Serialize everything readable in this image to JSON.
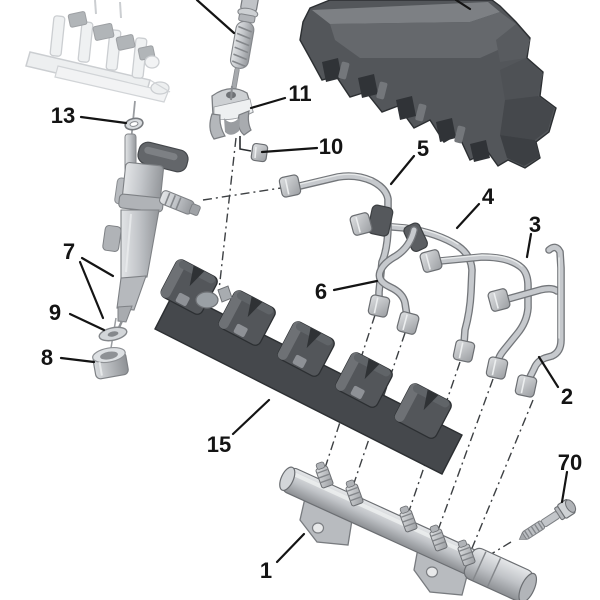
{
  "figure": {
    "background_color": "#ffffff",
    "diagram_type": "exploded-parts-diagram",
    "subject": "Fuel injection equipment: fuel rail, high-pressure pipes, injector, clamp and covers"
  },
  "palette": {
    "label_color": "#141414",
    "leader_color": "#141414",
    "part_light": "#c6c9cd",
    "part_mid": "#9fa3a7",
    "part_dark": "#53565a",
    "cover_dark": "#45484c",
    "ghost_gray": "#d9dcdf"
  },
  "callouts": [
    {
      "label": "1",
      "part": "fuel-rail"
    },
    {
      "label": "2",
      "part": "high-pressure-pipe-2"
    },
    {
      "label": "3",
      "part": "high-pressure-pipe-3"
    },
    {
      "label": "4",
      "part": "high-pressure-pipe-4"
    },
    {
      "label": "5",
      "part": "high-pressure-pipe-5"
    },
    {
      "label": "6",
      "part": "high-pressure-pipe-6"
    },
    {
      "label": "7",
      "part": "fuel-injector"
    },
    {
      "label": "8",
      "part": "protection-cap"
    },
    {
      "label": "9",
      "part": "injector-sealing-washer"
    },
    {
      "label": "10",
      "part": "pipe-nut"
    },
    {
      "label": "11",
      "part": "injector-clamp"
    },
    {
      "label": "13",
      "part": "washer"
    },
    {
      "label": "15",
      "part": "injector-cover"
    },
    {
      "label": "70",
      "part": "rail-mounting-screw"
    }
  ]
}
